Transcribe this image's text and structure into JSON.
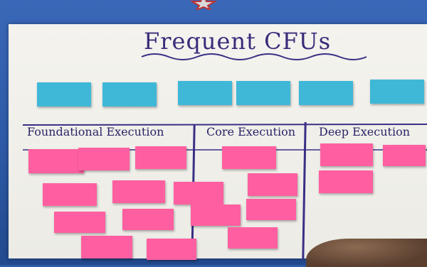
{
  "poster": {
    "title": "Frequent CFUs"
  },
  "columns": [
    {
      "label": "Foundational Execution"
    },
    {
      "label": "Core Execution"
    },
    {
      "label": "Deep Execution"
    }
  ],
  "colors": {
    "wall": "#2e5aa6",
    "paper": "#f1f0ea",
    "ink": "#3a2f86",
    "blue_note": "#3fb8d8",
    "pink_note": "#ff5fa0"
  }
}
